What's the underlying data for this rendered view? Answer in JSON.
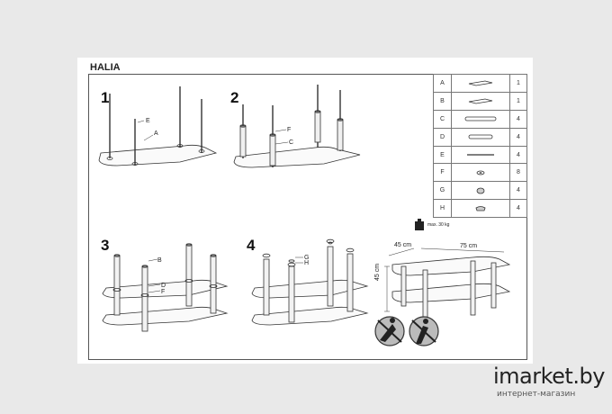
{
  "document": {
    "title": "HALIA",
    "steps": [
      "1",
      "2",
      "3",
      "4"
    ],
    "step_labels": {
      "s1": [
        "E",
        "A"
      ],
      "s2": [
        "F",
        "C"
      ],
      "s3": [
        "B",
        "D",
        "F"
      ],
      "s4": [
        "G",
        "H"
      ]
    },
    "parts": [
      {
        "letter": "A",
        "icon": "glass-top-shelf-icon",
        "qty": "1"
      },
      {
        "letter": "B",
        "icon": "glass-bottom-shelf-icon",
        "qty": "1"
      },
      {
        "letter": "C",
        "icon": "long-tube-icon",
        "qty": "4"
      },
      {
        "letter": "D",
        "icon": "short-tube-icon",
        "qty": "4"
      },
      {
        "letter": "E",
        "icon": "threaded-rod-icon",
        "qty": "4"
      },
      {
        "letter": "F",
        "icon": "washer-icon",
        "qty": "8"
      },
      {
        "letter": "G",
        "icon": "cap-icon",
        "qty": "4"
      },
      {
        "letter": "H",
        "icon": "foot-icon",
        "qty": "4"
      }
    ],
    "dimensions": {
      "depth": "45 cm",
      "width": "75 cm",
      "height": "45 cm"
    },
    "max_load": "max. 30 kg",
    "warnings": [
      "no-standing-icon",
      "no-climbing-icon"
    ]
  },
  "watermark": {
    "brand": "imarket.by",
    "sub": "интернет-магазин"
  }
}
